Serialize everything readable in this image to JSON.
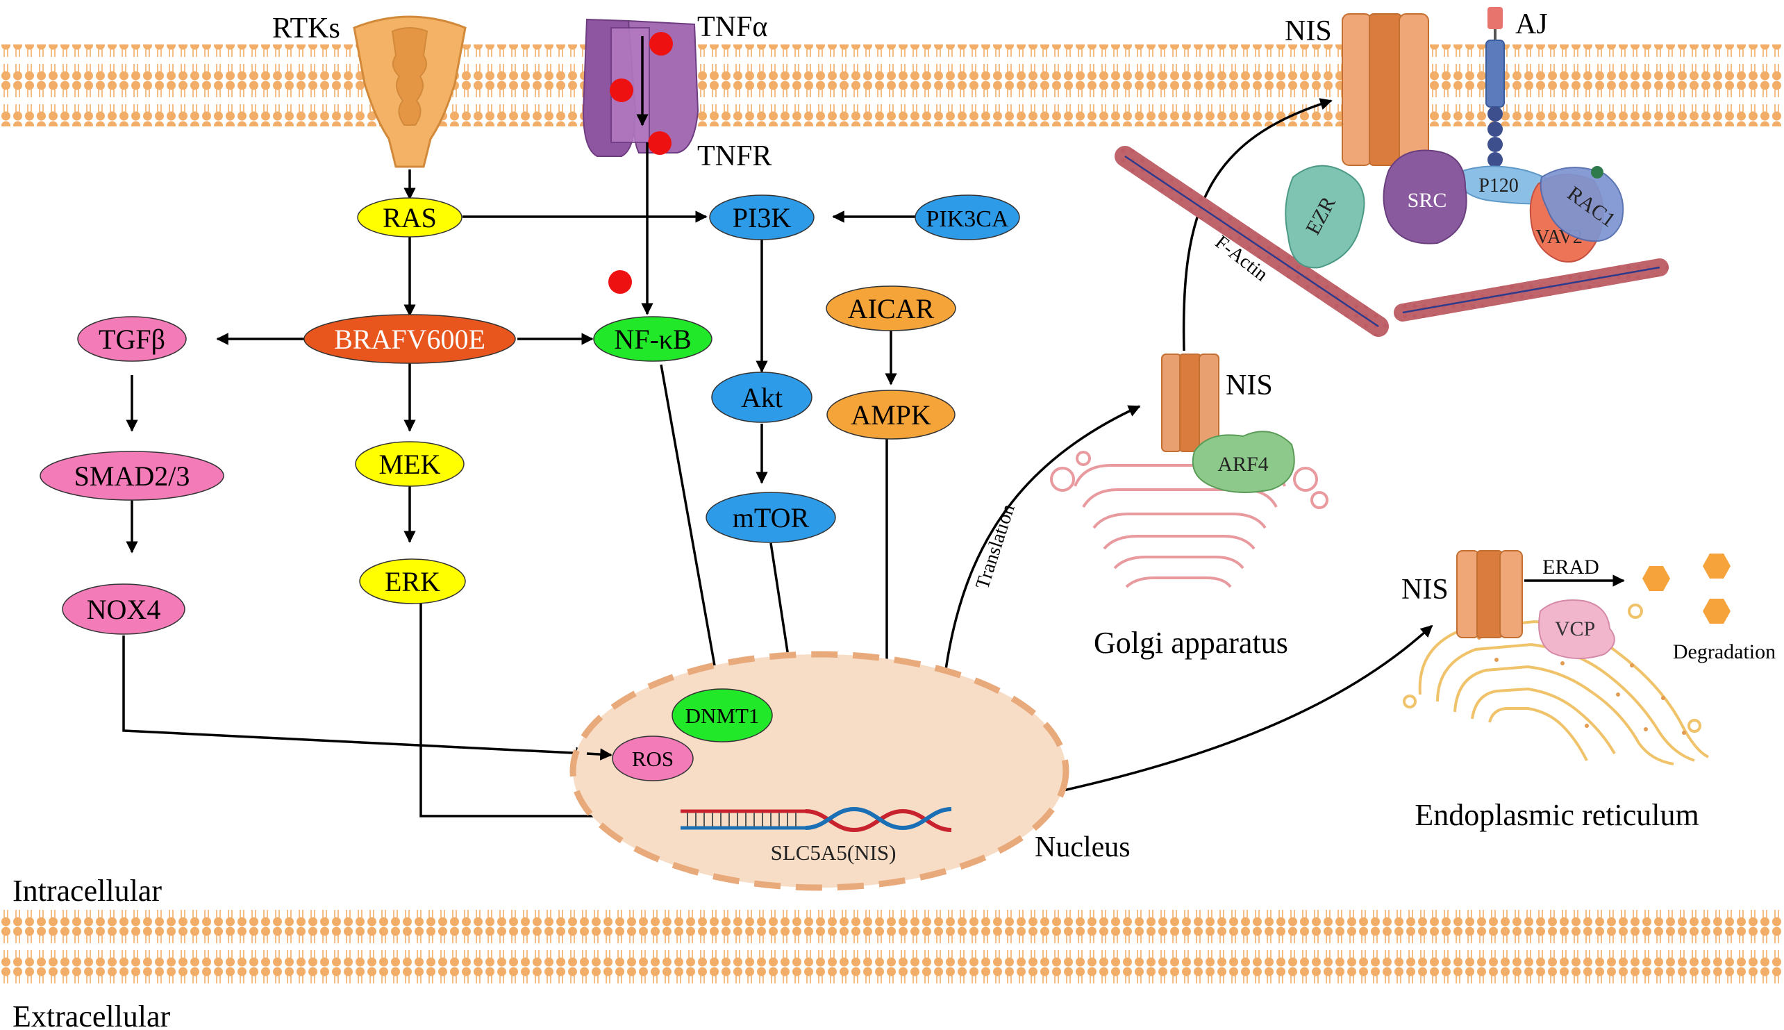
{
  "membrane": {
    "color": "#F2AE68",
    "intracellular_label": "Intracellular",
    "extracellular_label": "Extracellular"
  },
  "receptors": {
    "rtks_label": "RTKs",
    "tnfa_label": "TNFα",
    "tnfr_label": "TNFR"
  },
  "nodes": {
    "ras": "RAS",
    "pi3k": "PI3K",
    "pik3ca": "PIK3CA",
    "tgfb": "TGFβ",
    "braf": "BRAFV600E",
    "nfkb": "NF-κB",
    "aicar": "AICAR",
    "akt": "Akt",
    "ampk": "AMPK",
    "smad": "SMAD2/3",
    "mek": "MEK",
    "mtor": "mTOR",
    "nox4": "NOX4",
    "erk": "ERK",
    "dnmt1": "DNMT1",
    "ros": "ROS"
  },
  "nucleus": {
    "label": "Nucleus",
    "gene_label": "SLC5A5(NIS)"
  },
  "golgi": {
    "label": "Golgi apparatus",
    "nis_label": "NIS",
    "arf4_label": "ARF4",
    "translation_label": "Translation"
  },
  "membrane_complex": {
    "nis_label": "NIS",
    "aj_label": "AJ",
    "ezr_label": "EZR",
    "src_label": "SRC",
    "p120_label": "P120",
    "rac1_label": "RAC1",
    "vav2_label": "VAV2",
    "factin_label": "F-Actin"
  },
  "er": {
    "label": "Endoplasmic reticulum",
    "nis_label": "NIS",
    "erad_label": "ERAD",
    "vcp_label": "VCP",
    "degradation_label": "Degradation"
  },
  "colors": {
    "yellow": "#FFFF00",
    "blue": "#2E9BE8",
    "pink": "#F27BB8",
    "orange_node": "#F5A43A",
    "braf_red": "#E8561E",
    "green": "#22E82A",
    "nis_orange": "#E98A4B",
    "receptor_purple": "#9B63A8",
    "rtk_orange": "#F4B266",
    "tnf_red": "#EE1111"
  }
}
